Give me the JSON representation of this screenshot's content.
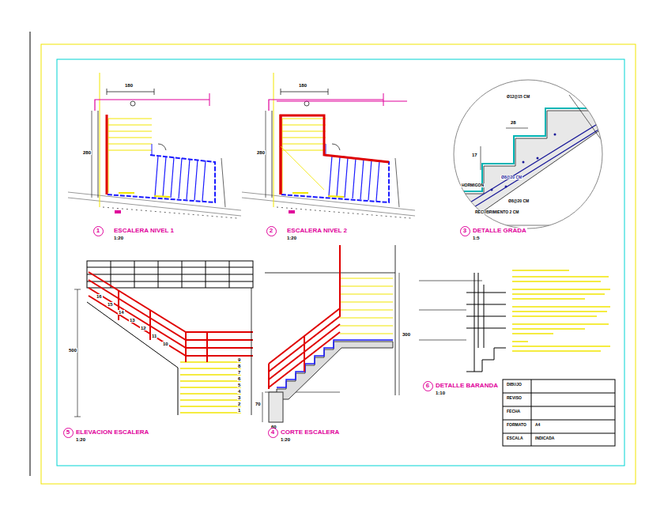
{
  "diagram": {
    "nodes": [
      {
        "text": [
          "1"
        ]
      },
      {
        "text": [
          "2"
        ]
      },
      {
        "text": [
          "3"
        ]
      },
      {
        "text": [
          "5"
        ]
      },
      {
        "text": [
          "4"
        ]
      },
      {
        "text": [
          "6"
        ]
      }
    ],
    "labels": [
      "ESCALERA NIVEL 1",
      "1:20",
      "ESCALERA NIVEL 2",
      "1:20",
      "DETALLE GRADA",
      "1:5",
      "ELEVACION ESCALERA",
      "1:20",
      "CORTE ESCALERA",
      "1:20",
      "DETALLE BARANDA",
      "1:10",
      "180",
      "280",
      "180",
      "280",
      "HORMIGON",
      "Ø12@15 CM",
      "Ø8@20 CM",
      "Ø8@20 CM",
      "RECUBRIMIENTO 2 CM",
      "28",
      "17",
      "500",
      "300",
      "70",
      "60",
      "DIBUJO",
      "REVISO",
      "FECHA",
      "FORMATO",
      "A4",
      "ESCALA",
      "INDICADA",
      "1",
      "2",
      "3",
      "4",
      "5",
      "6",
      "7",
      "8",
      "9",
      "10",
      "11",
      "12",
      "13",
      "14",
      "15",
      "16"
    ]
  }
}
